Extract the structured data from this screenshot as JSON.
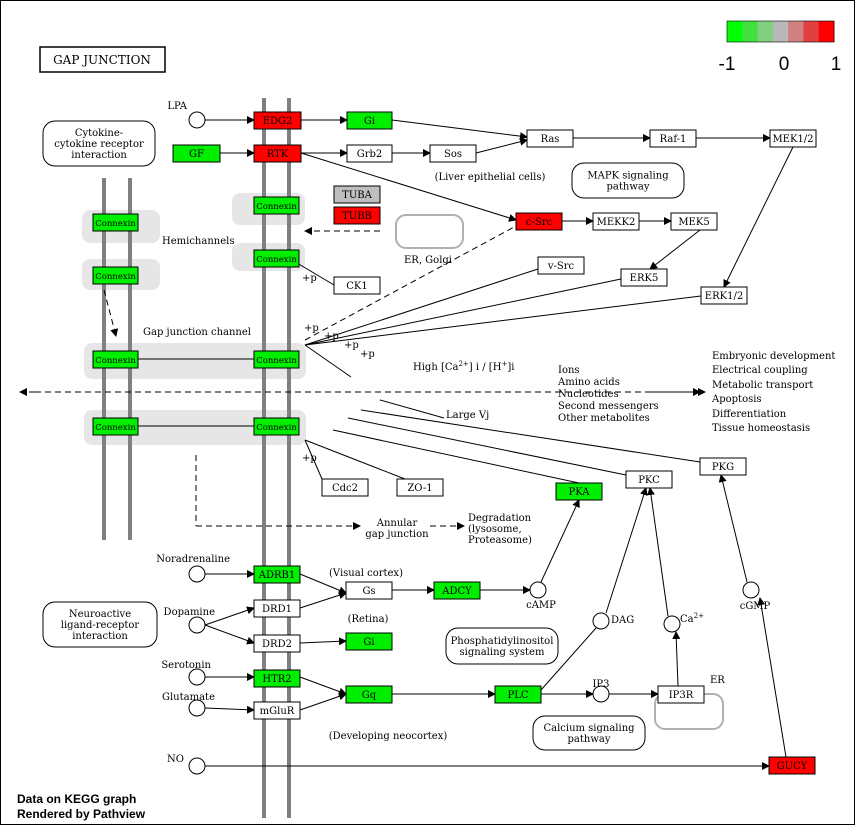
{
  "title": "GAP JUNCTION",
  "legend": {
    "ticks": [
      "-1",
      "0",
      "1"
    ],
    "colors": [
      "#00ff00",
      "#40e040",
      "#80d080",
      "#b8b8b8",
      "#d08080",
      "#e04040",
      "#ff0000"
    ]
  },
  "colors": {
    "down": "#00ee00",
    "up": "#ff0000",
    "neutral": "#ffffff",
    "no_data": "#bebebe",
    "membrane_region": "#e6e6e6",
    "membrane_line": "#808080"
  },
  "genes": {
    "edg2": "EDG2",
    "gi_top": "Gi",
    "gf": "GF",
    "rtk": "RTK",
    "grb2": "Grb2",
    "sos": "Sos",
    "ras": "Ras",
    "raf1": "Raf-1",
    "mek12": "MEK1/2",
    "tuba": "TUBA",
    "tubb": "TUBB",
    "csrc": "c-Src",
    "mekk2": "MEKK2",
    "mek5": "MEK5",
    "vsrc": "v-Src",
    "erk5": "ERK5",
    "erk12": "ERK1/2",
    "ck1": "CK1",
    "connexin_1": "Connexin",
    "connexin_2": "Connexin",
    "connexin_3": "Connexin",
    "connexin_4": "Connexin",
    "connexin_5": "Connexin",
    "connexin_6": "Connexin",
    "connexin_7": "Connexin",
    "connexin_8": "Connexin",
    "cdc2": "Cdc2",
    "zo1": "ZO-1",
    "pka": "PKA",
    "pkc": "PKC",
    "pkg": "PKG",
    "adrb1": "ADRB1",
    "gs": "Gs",
    "adcy": "ADCY",
    "drd1": "DRD1",
    "drd2": "DRD2",
    "gi_bottom": "Gi",
    "htr2": "HTR2",
    "mglur": "mGluR",
    "gq": "Gq",
    "plc": "PLC",
    "ip3r": "IP3R",
    "gucy": "GUCY"
  },
  "compounds": {
    "lpa": "LPA",
    "noradrenaline": "Noradrenaline",
    "dopamine": "Dopamine",
    "serotonin": "Serotonin",
    "glutamate": "Glutamate",
    "no": "NO",
    "camp": "cAMP",
    "dag": "DAG",
    "ip3": "IP3",
    "ca": "Ca",
    "ca_sup": "2+",
    "cgmp": "cGMP"
  },
  "pathways": {
    "cytokine": [
      "Cytokine-",
      "cytokine receptor",
      "interaction"
    ],
    "mapk": [
      "MAPK signaling",
      "pathway"
    ],
    "neuroactive": [
      "Neuroactive",
      "ligand-receptor",
      "interaction"
    ],
    "phosphatidylinositol": [
      "Phosphatidylinositol",
      "signaling system"
    ],
    "calcium": [
      "Calcium signaling",
      "pathway"
    ]
  },
  "labels": {
    "liver": "(Liver epithelial cells)",
    "hemichannels": "Hemichannels",
    "er_golgi": "ER, Golgi",
    "gap_junction_channel": "Gap junction channel",
    "high_ca": "High [Ca",
    "high_ca_sup": "2+",
    "high_ca_mid": "] i / [H",
    "high_ca_sup2": "+",
    "high_ca_end": "]i",
    "large_vj": "Large Vj",
    "annular": [
      "Annular",
      "gap junction"
    ],
    "degradation": [
      "Degradation",
      "(lysosome,",
      "Proteasome)"
    ],
    "ions": [
      "Ions",
      "Amino acids",
      "Nucleotides",
      "Second messengers",
      "Other metabolites"
    ],
    "outcomes": [
      "Embryonic development",
      "Electrical coupling",
      "Metabolic transport",
      "Apoptosis",
      "Differentiation",
      "Tissue homeostasis"
    ],
    "visual_cortex": "(Visual cortex)",
    "retina": "(Retina)",
    "developing": "(Developing neocortex)",
    "er": "ER",
    "plus_p": "+p"
  },
  "footer": [
    "Data on KEGG graph",
    "Rendered by Pathview"
  ]
}
